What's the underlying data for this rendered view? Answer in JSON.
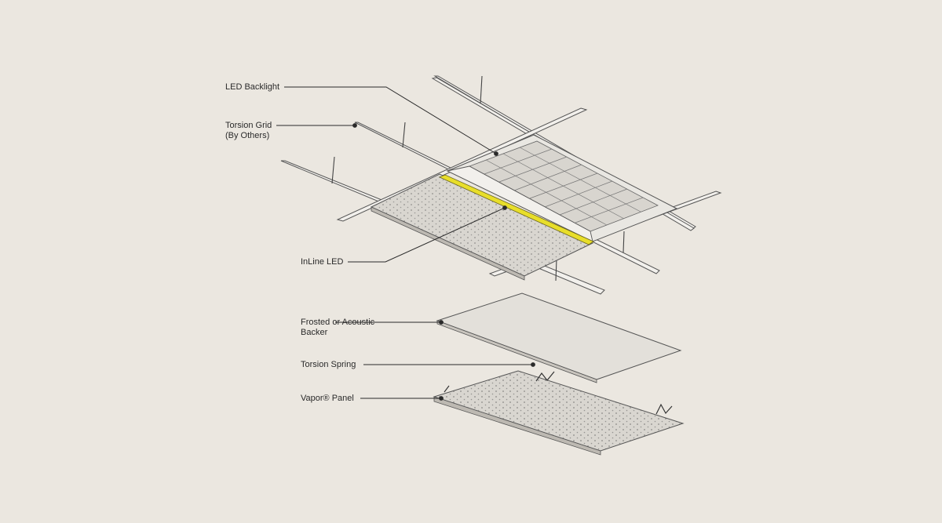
{
  "labels": {
    "led_backlight": "LED Backlight",
    "torsion_grid": [
      "Torsion Grid",
      "(By Others)"
    ],
    "inline_led": "InLine LED",
    "frosted_backer": [
      "Frosted or Acoustic",
      "Backer"
    ],
    "torsion_spring": "Torsion Spring",
    "vapor_panel": "Vapor® Panel"
  },
  "colors": {
    "background": "#ebe7e0",
    "line": "#2a2a2a",
    "inline_led": "#e8de2a",
    "panel_fill": "#d9d6d0",
    "backer_fill": "#e3e0da"
  }
}
